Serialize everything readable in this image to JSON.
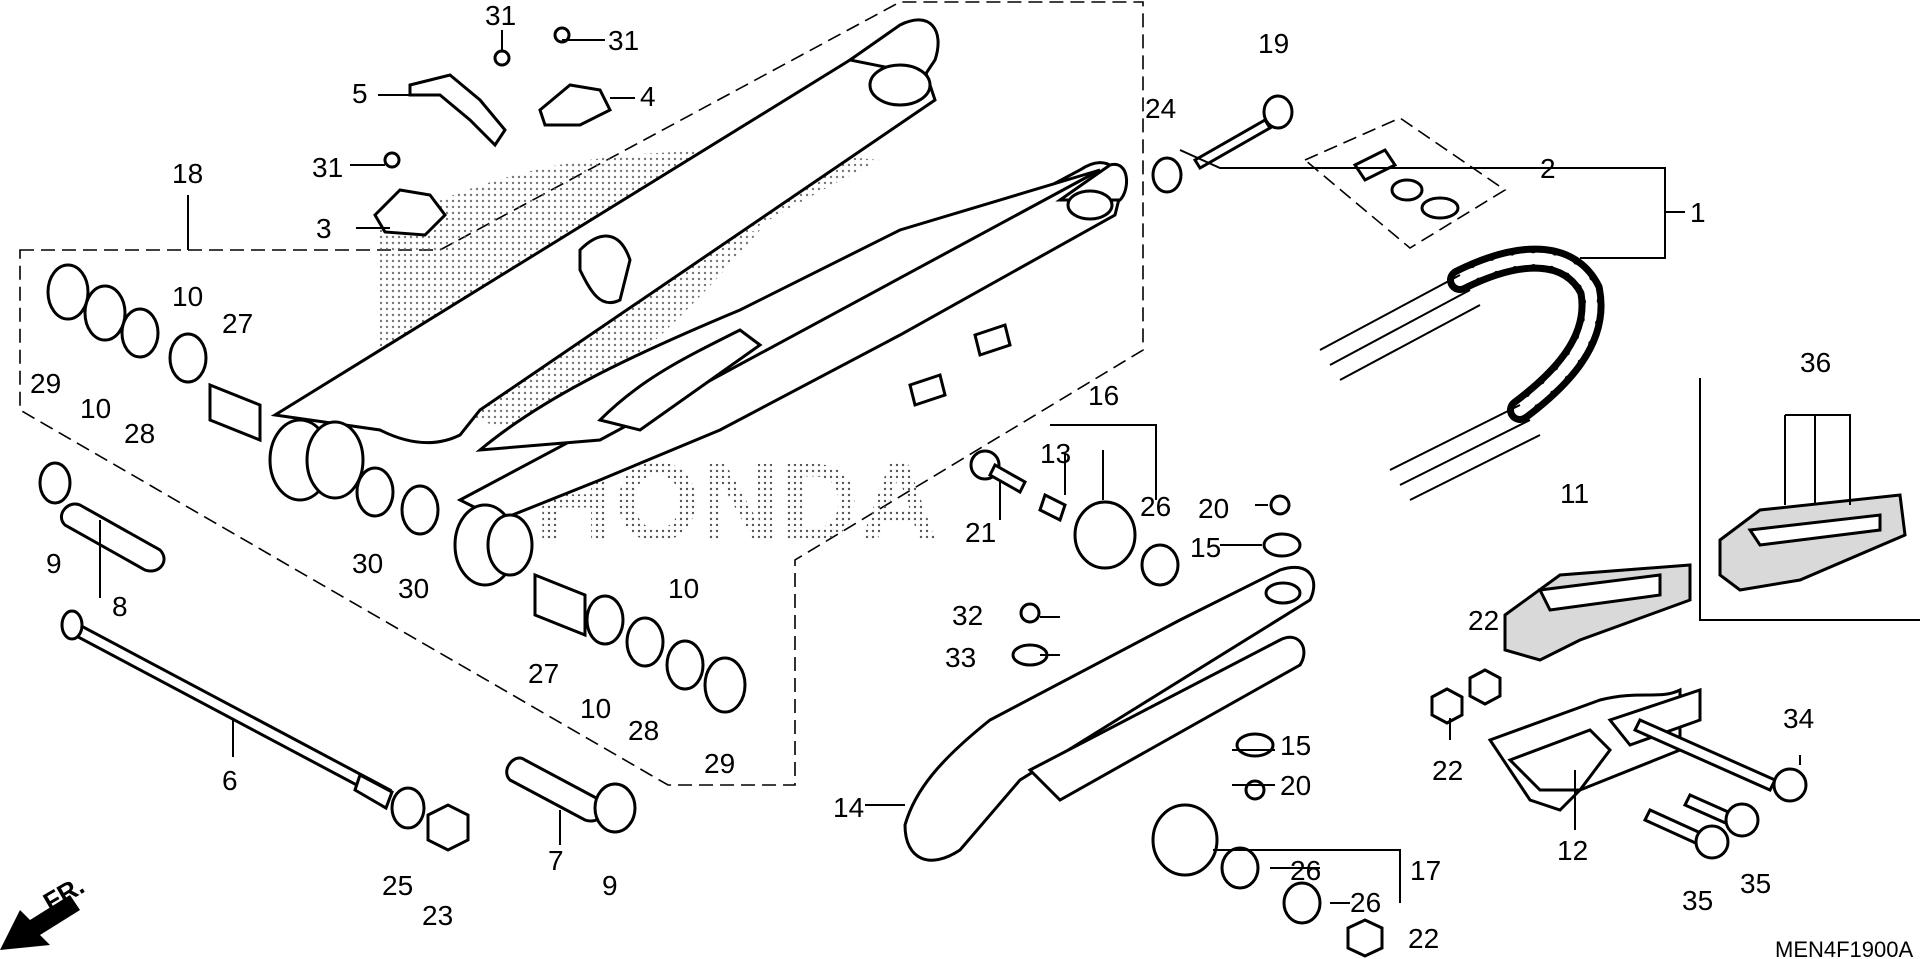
{
  "diagram": {
    "reference_code": "MEN4F1900A",
    "direction_indicator": "FR.",
    "brand_mark": "HONDA",
    "callouts": [
      "1",
      "2",
      "3",
      "4",
      "5",
      "6",
      "7",
      "8",
      "9",
      "10",
      "11",
      "12",
      "13",
      "14",
      "15",
      "16",
      "17",
      "18",
      "19",
      "20",
      "21",
      "22",
      "23",
      "24",
      "25",
      "26",
      "27",
      "28",
      "29",
      "30",
      "31",
      "32",
      "33",
      "34",
      "35",
      "36"
    ]
  }
}
